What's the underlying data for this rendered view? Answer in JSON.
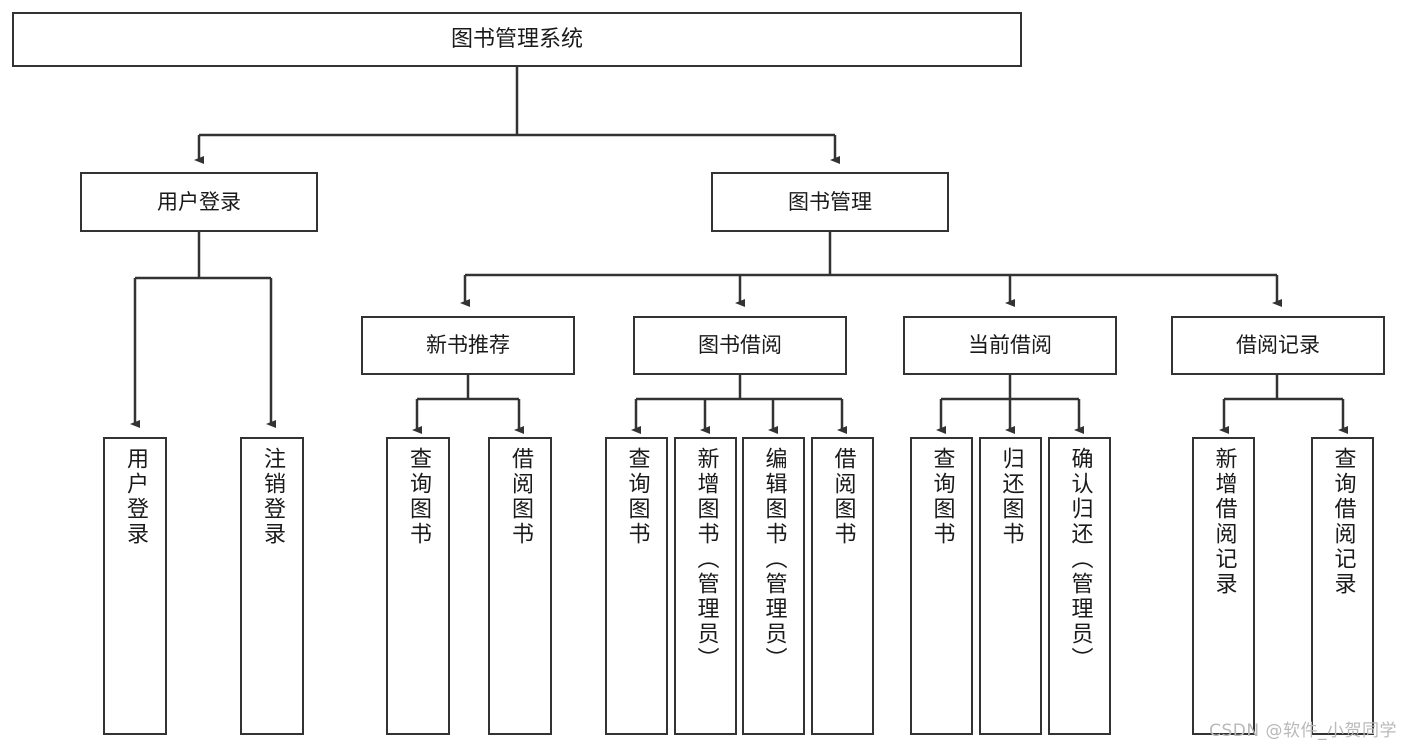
{
  "diagram": {
    "title": "图书管理系统",
    "type": "tree-hierarchy",
    "watermark": "CSDN @软件_小贺同学",
    "colors": {
      "border": "#333333",
      "background": "#ffffff",
      "text": "#1a1a1a",
      "watermark": "#b9b9b9"
    },
    "nodes": {
      "root": {
        "label": "图书管理系统",
        "level": 1,
        "orientation": "horizontal"
      },
      "user_login": {
        "label": "用户登录",
        "level": 2,
        "orientation": "horizontal"
      },
      "book_manage": {
        "label": "图书管理",
        "level": 2,
        "orientation": "horizontal"
      },
      "new_book_rec": {
        "label": "新书推荐",
        "level": 3,
        "orientation": "horizontal"
      },
      "book_borrow": {
        "label": "图书借阅",
        "level": 3,
        "orientation": "horizontal"
      },
      "current_borrow": {
        "label": "当前借阅",
        "level": 3,
        "orientation": "horizontal"
      },
      "borrow_record": {
        "label": "借阅记录",
        "level": 3,
        "orientation": "horizontal"
      },
      "leaf_user_login": {
        "label": "用户登录",
        "level": 4,
        "orientation": "vertical"
      },
      "leaf_logout": {
        "label": "注销登录",
        "level": 4,
        "orientation": "vertical"
      },
      "leaf_query_book_1": {
        "label": "查询图书",
        "level": 4,
        "orientation": "vertical"
      },
      "leaf_borrow_book_1": {
        "label": "借阅图书",
        "level": 4,
        "orientation": "vertical"
      },
      "leaf_query_book_2": {
        "label": "查询图书",
        "level": 4,
        "orientation": "vertical"
      },
      "leaf_add_book": {
        "label": "新增图书（管理员）",
        "level": 4,
        "orientation": "vertical"
      },
      "leaf_edit_book": {
        "label": "编辑图书（管理员）",
        "level": 4,
        "orientation": "vertical"
      },
      "leaf_borrow_book_2": {
        "label": "借阅图书",
        "level": 4,
        "orientation": "vertical"
      },
      "leaf_query_book_3": {
        "label": "查询图书",
        "level": 4,
        "orientation": "vertical"
      },
      "leaf_return_book": {
        "label": "归还图书",
        "level": 4,
        "orientation": "vertical"
      },
      "leaf_confirm_return": {
        "label": "确认归还（管理员）",
        "level": 4,
        "orientation": "vertical"
      },
      "leaf_add_record": {
        "label": "新增借阅记录",
        "level": 4,
        "orientation": "vertical"
      },
      "leaf_query_record": {
        "label": "查询借阅记录",
        "level": 4,
        "orientation": "vertical"
      }
    },
    "edges": [
      {
        "from": "root",
        "to": "user_login"
      },
      {
        "from": "root",
        "to": "book_manage"
      },
      {
        "from": "user_login",
        "to": "leaf_user_login"
      },
      {
        "from": "user_login",
        "to": "leaf_logout"
      },
      {
        "from": "book_manage",
        "to": "new_book_rec"
      },
      {
        "from": "book_manage",
        "to": "book_borrow"
      },
      {
        "from": "book_manage",
        "to": "current_borrow"
      },
      {
        "from": "book_manage",
        "to": "borrow_record"
      },
      {
        "from": "new_book_rec",
        "to": "leaf_query_book_1"
      },
      {
        "from": "new_book_rec",
        "to": "leaf_borrow_book_1"
      },
      {
        "from": "book_borrow",
        "to": "leaf_query_book_2"
      },
      {
        "from": "book_borrow",
        "to": "leaf_add_book"
      },
      {
        "from": "book_borrow",
        "to": "leaf_edit_book"
      },
      {
        "from": "book_borrow",
        "to": "leaf_borrow_book_2"
      },
      {
        "from": "current_borrow",
        "to": "leaf_query_book_3"
      },
      {
        "from": "current_borrow",
        "to": "leaf_return_book"
      },
      {
        "from": "current_borrow",
        "to": "leaf_confirm_return"
      },
      {
        "from": "borrow_record",
        "to": "leaf_add_record"
      },
      {
        "from": "borrow_record",
        "to": "leaf_query_record"
      }
    ]
  }
}
